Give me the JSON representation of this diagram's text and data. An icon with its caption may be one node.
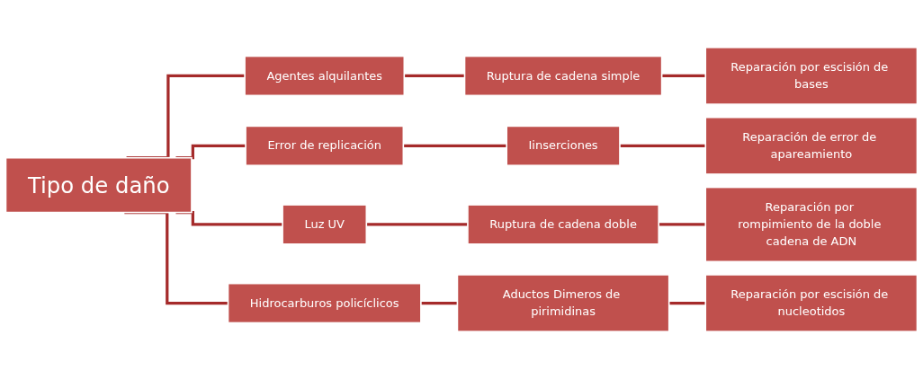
{
  "diagram": {
    "nodes": [
      {
        "text": [
          "Tipo de daño"
        ]
      },
      {
        "text": [
          "Agentes alquilantes"
        ]
      },
      {
        "text": [
          "Ruptura de cadena simple"
        ]
      },
      {
        "text": [
          "Reparación por escisión de bases"
        ]
      },
      {
        "text": [
          "Error de replicación"
        ]
      },
      {
        "text": [
          "Iinserciones"
        ]
      },
      {
        "text": [
          "Reparación de error de apareamiento"
        ]
      },
      {
        "text": [
          "Luz UV"
        ]
      },
      {
        "text": [
          "Ruptura de cadena doble"
        ]
      },
      {
        "text": [
          "Reparación por rompimiento de la doble cadena de ADN"
        ]
      },
      {
        "text": [
          "Hidrocarburos policíclicos"
        ]
      },
      {
        "text": [
          "Aductos Dimeros de pirimidinas"
        ]
      },
      {
        "text": [
          "Reparación por escisión de nucleotidos"
        ]
      }
    ],
    "edges": [
      {
        "from": 0,
        "to": 1,
        "arrow": "none"
      },
      {
        "from": 0,
        "to": 4,
        "arrow": "none"
      },
      {
        "from": 0,
        "to": 7,
        "arrow": "none"
      },
      {
        "from": 0,
        "to": 10,
        "arrow": "none"
      },
      {
        "from": 1,
        "to": 2,
        "arrow": "none"
      },
      {
        "from": 2,
        "to": 3,
        "arrow": "none"
      },
      {
        "from": 4,
        "to": 5,
        "arrow": "none"
      },
      {
        "from": 5,
        "to": 6,
        "arrow": "none"
      },
      {
        "from": 7,
        "to": 8,
        "arrow": "none"
      },
      {
        "from": 8,
        "to": 9,
        "arrow": "none"
      },
      {
        "from": 10,
        "to": 11,
        "arrow": "none"
      },
      {
        "from": 11,
        "to": 12,
        "arrow": "none"
      }
    ]
  }
}
